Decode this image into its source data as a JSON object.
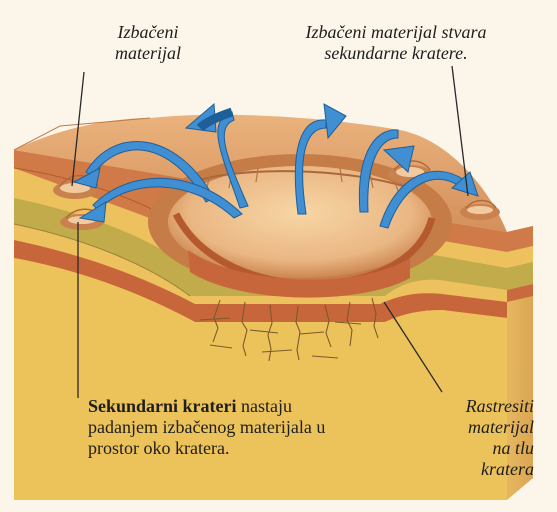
{
  "labels": {
    "top_left": [
      "Izbačeni",
      "materijal"
    ],
    "top_right": [
      "Izbačeni materijal stvara",
      "sekundarne kratere."
    ],
    "bottom_right": [
      "Rastresiti",
      "materijal",
      "na tlu",
      "kratera"
    ],
    "bottom_left": {
      "bold": "Sekundarni krateri",
      "rest_1": " nastaju",
      "line2": "padanjem izbačenog materijala u",
      "line3": "prostor oko kratera."
    }
  },
  "colors": {
    "background": "#fbf6e9",
    "surface": "#dfa06b",
    "layer_yellow": "#ecc25a",
    "layer_olive": "#bfa845",
    "layer_red": "#c8663b",
    "arrow": "#3f8fd2",
    "leader": "#2a2a2a"
  }
}
